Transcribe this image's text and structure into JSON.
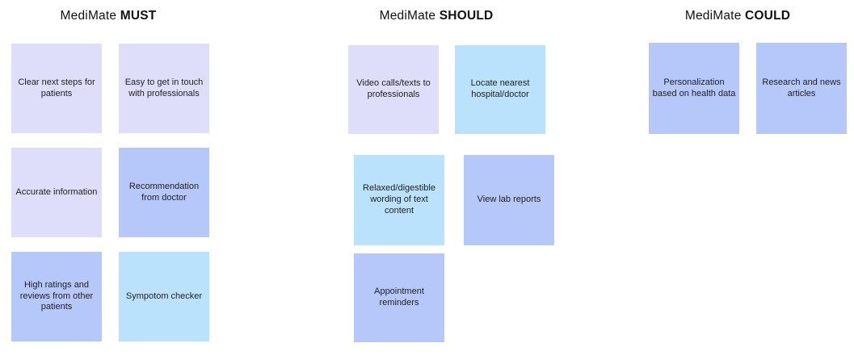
{
  "palette": {
    "lavender": "#dedefa",
    "periwinkle": "#b6c8fa",
    "cyan": "#bae2fc",
    "note_text": "#1f1f1f",
    "title_text": "#111111",
    "background": "#ffffff"
  },
  "columns": [
    {
      "title_prefix": "MediMate ",
      "title_keyword": "MUST",
      "notes": [
        {
          "label": "Clear next steps for patients",
          "color_name": "lavender",
          "color": "#dedefa"
        },
        {
          "label": "Easy to get in touch with professionals",
          "color_name": "lavender",
          "color": "#dedefa"
        },
        {
          "label": "Accurate information",
          "color_name": "lavender",
          "color": "#dedefa"
        },
        {
          "label": "Recommendation from doctor",
          "color_name": "periwinkle",
          "color": "#b6c8fa"
        },
        {
          "label": "High ratings and reviews from other patients",
          "color_name": "periwinkle",
          "color": "#b6c8fa"
        },
        {
          "label": "Sympotom checker",
          "color_name": "cyan",
          "color": "#bae2fc"
        }
      ]
    },
    {
      "title_prefix": "MediMate ",
      "title_keyword": "SHOULD",
      "notes": [
        {
          "label": "Video calls/texts to professionals",
          "color_name": "lavender",
          "color": "#dedefa"
        },
        {
          "label": "Locate nearest hospital/doctor",
          "color_name": "cyan",
          "color": "#bae2fc"
        },
        {
          "label": "Relaxed/digestible wording of text content",
          "color_name": "cyan",
          "color": "#bae2fc"
        },
        {
          "label": "View lab reports",
          "color_name": "periwinkle",
          "color": "#b6c8fa"
        },
        {
          "label": "Appointment reminders",
          "color_name": "periwinkle",
          "color": "#b6c8fa"
        }
      ]
    },
    {
      "title_prefix": "MediMate ",
      "title_keyword": "COULD",
      "notes": [
        {
          "label": "Personalization based on health data",
          "color_name": "periwinkle",
          "color": "#b6c8fa"
        },
        {
          "label": "Research and news articles",
          "color_name": "periwinkle",
          "color": "#b6c8fa"
        }
      ]
    }
  ]
}
